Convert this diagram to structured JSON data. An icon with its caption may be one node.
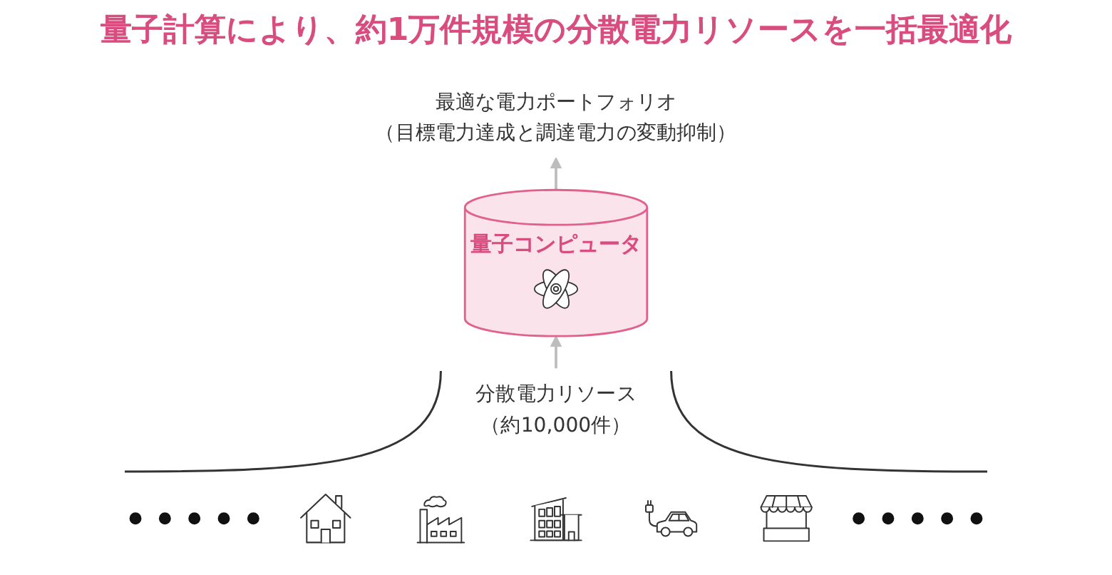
{
  "diagram": {
    "title": "量子計算により、約1万件規模の分散電力リソースを一括最適化",
    "nodes": [
      {
        "text": [
          "最適な電力ポートフォリオ",
          "（目標電力達成と調達電力の変動抑制）"
        ]
      },
      {
        "text": [
          "量子コンピュータ"
        ]
      },
      {
        "text": [
          "分散電力リソース",
          "（約10,000件）"
        ]
      },
      {
        "text": [],
        "shape": "circle"
      },
      {
        "text": [],
        "shape": "circle"
      },
      {
        "text": [],
        "shape": "circle"
      },
      {
        "text": [],
        "shape": "circle"
      },
      {
        "text": [],
        "shape": "circle"
      },
      {
        "text": [],
        "shape": "picture"
      },
      {
        "text": [],
        "shape": "picture"
      },
      {
        "text": [],
        "shape": "picture"
      },
      {
        "text": [],
        "shape": "picture"
      },
      {
        "text": [],
        "shape": "picture"
      },
      {
        "text": [],
        "shape": "circle"
      },
      {
        "text": [],
        "shape": "circle"
      },
      {
        "text": [],
        "shape": "circle"
      },
      {
        "text": [],
        "shape": "circle"
      },
      {
        "text": [],
        "shape": "circle"
      }
    ],
    "edges": [
      {
        "from": 2,
        "to": 1,
        "arrow": "to"
      },
      {
        "from": 1,
        "to": 0,
        "arrow": "to"
      }
    ]
  }
}
